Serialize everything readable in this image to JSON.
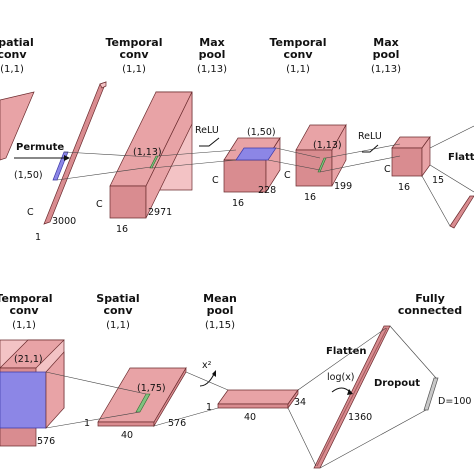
{
  "top": {
    "headers": [
      {
        "title": "Spatial",
        "line2": "conv",
        "param": "(1,1)"
      },
      {
        "title": "Temporal",
        "line2": "conv",
        "param": "(1,1)"
      },
      {
        "title": "Max",
        "line2": "pool",
        "param": "(1,13)"
      },
      {
        "title": "Temporal",
        "line2": "conv",
        "param": "(1,1)"
      },
      {
        "title": "Max",
        "line2": "pool",
        "param": "(1,13)"
      }
    ],
    "permute": "Permute",
    "kernel_150_a": "(1,50)",
    "kernel_113_a": "(1,13)",
    "kernel_150_b": "(1,50)",
    "kernel_113_b": "(1,13)",
    "relu_1": "ReLU",
    "relu_2": "ReLU",
    "flatten": "Flatte",
    "dims": {
      "c1": "C",
      "one1": "1",
      "n3000": "3000",
      "c2": "C",
      "n16a": "16",
      "n2971": "2971",
      "c3": "C",
      "n16b": "16",
      "n228": "228",
      "c4": "C",
      "n16c": "16",
      "n199": "199",
      "c5": "C",
      "n16d": "16",
      "n15": "15"
    }
  },
  "bottom": {
    "headers": [
      {
        "title": "Temporal",
        "line2": "conv",
        "param": "(1,1)"
      },
      {
        "title": "Spatial",
        "line2": "conv",
        "param": "(1,1)"
      },
      {
        "title": "Mean",
        "line2": "pool",
        "param": "(1,15)"
      },
      {
        "title": "Fully",
        "line2": "connected",
        "param": ""
      }
    ],
    "kernel_211": "(21,1)",
    "kernel_175": "(1,75)",
    "square_op": "x²",
    "log_op": "log(x)",
    "flatten": "Flatten",
    "dropout": "Dropout",
    "output": "D=100",
    "dims": {
      "n576a": "576",
      "one2": "1",
      "n40a": "40",
      "n576b": "576",
      "one3": "1",
      "n40b": "40",
      "n34": "34",
      "n1360": "1360"
    }
  }
}
